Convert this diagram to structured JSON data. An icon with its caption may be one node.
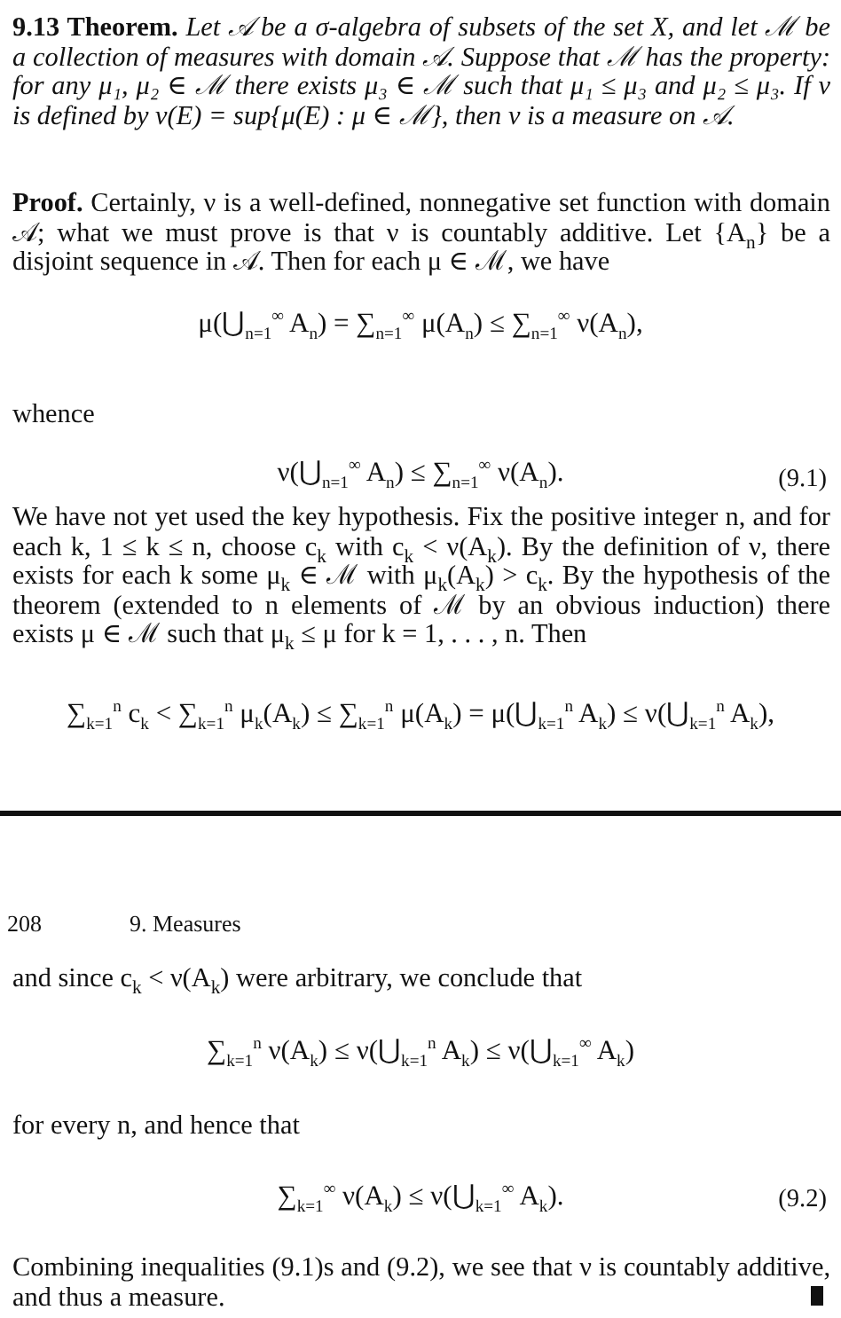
{
  "diagram": {
    "labels": [
      "**9.13 Theorem.** *Let 𝒜 be a σ-algebra of subsets of the set X, and let ℳ be a collection of measures with domain 𝒜. Suppose that ℳ has the property: for any μ₁, μ₂ ∈ ℳ there exists μ₃ ∈ ℳ such that μ₁ ≤ μ₃ and μ₂ ≤ μ₃. If ν is defined by ν(E) = sup{μ(E) : μ ∈ ℳ}, then ν is a measure on 𝒜.*",
      "**Proof.** Certainly, ν is a well-defined, nonnegative set function with domain 𝒜; what we must prove is that ν is countably additive. Let {A$_{n}$} be a disjoint sequence in 𝒜. Then for each μ ∈ ℳ, we have",
      "μ(⋃$_{n=1}$$^{∞}$ A$_{n}$) = ∑$_{n=1}$$^{∞}$ μ(A$_{n}$) ≤ ∑$_{n=1}$$^{∞}$ ν(A$_{n}$),",
      "whence",
      "ν(⋃$_{n=1}$$^{∞}$ A$_{n}$) ≤ ∑$_{n=1}$$^{∞}$ ν(A$_{n}$).",
      "(9.1)",
      "We have not yet used the key hypothesis. Fix the positive integer n, and for each k, 1 ≤ k ≤ n, choose c$_{k}$ with c$_{k}$ < ν(A$_{k}$). By the definition of ν, there exists for each k some μ$_{k}$ ∈ ℳ with μ$_{k}$(A$_{k}$) > c$_{k}$. By the hypothesis of the theorem (extended to n elements of ℳ by an obvious induction) there exists μ ∈ ℳ such that μ$_{k}$ ≤ μ for k = 1, . . . , n. Then",
      "∑$_{k=1}$$^{n}$ c$_{k}$ < ∑$_{k=1}$$^{n}$ μ$_{k}$(A$_{k}$) ≤ ∑$_{k=1}$$^{n}$ μ(A$_{k}$) = μ(⋃$_{k=1}$$^{n}$ A$_{k}$) ≤ ν(⋃$_{k=1}$$^{n}$ A$_{k}$),",
      "208",
      "9. Measures",
      "and since c$_{k}$ < ν(A$_{k}$) were arbitrary, we conclude that",
      "∑$_{k=1}$$^{n}$ ν(A$_{k}$) ≤ ν(⋃$_{k=1}$$^{n}$ A$_{k}$) ≤ ν(⋃$_{k=1}$$^{∞}$ A$_{k}$)",
      "for every n, and hence that",
      "∑$_{k=1}$$^{∞}$ ν(A$_{k}$) ≤ ν(⋃$_{k=1}$$^{∞}$ A$_{k}$).",
      "(9.2)",
      "Combining inequalities (9.1)s and (9.2), we see that ν is countably additive, and thus a measure."
    ]
  }
}
